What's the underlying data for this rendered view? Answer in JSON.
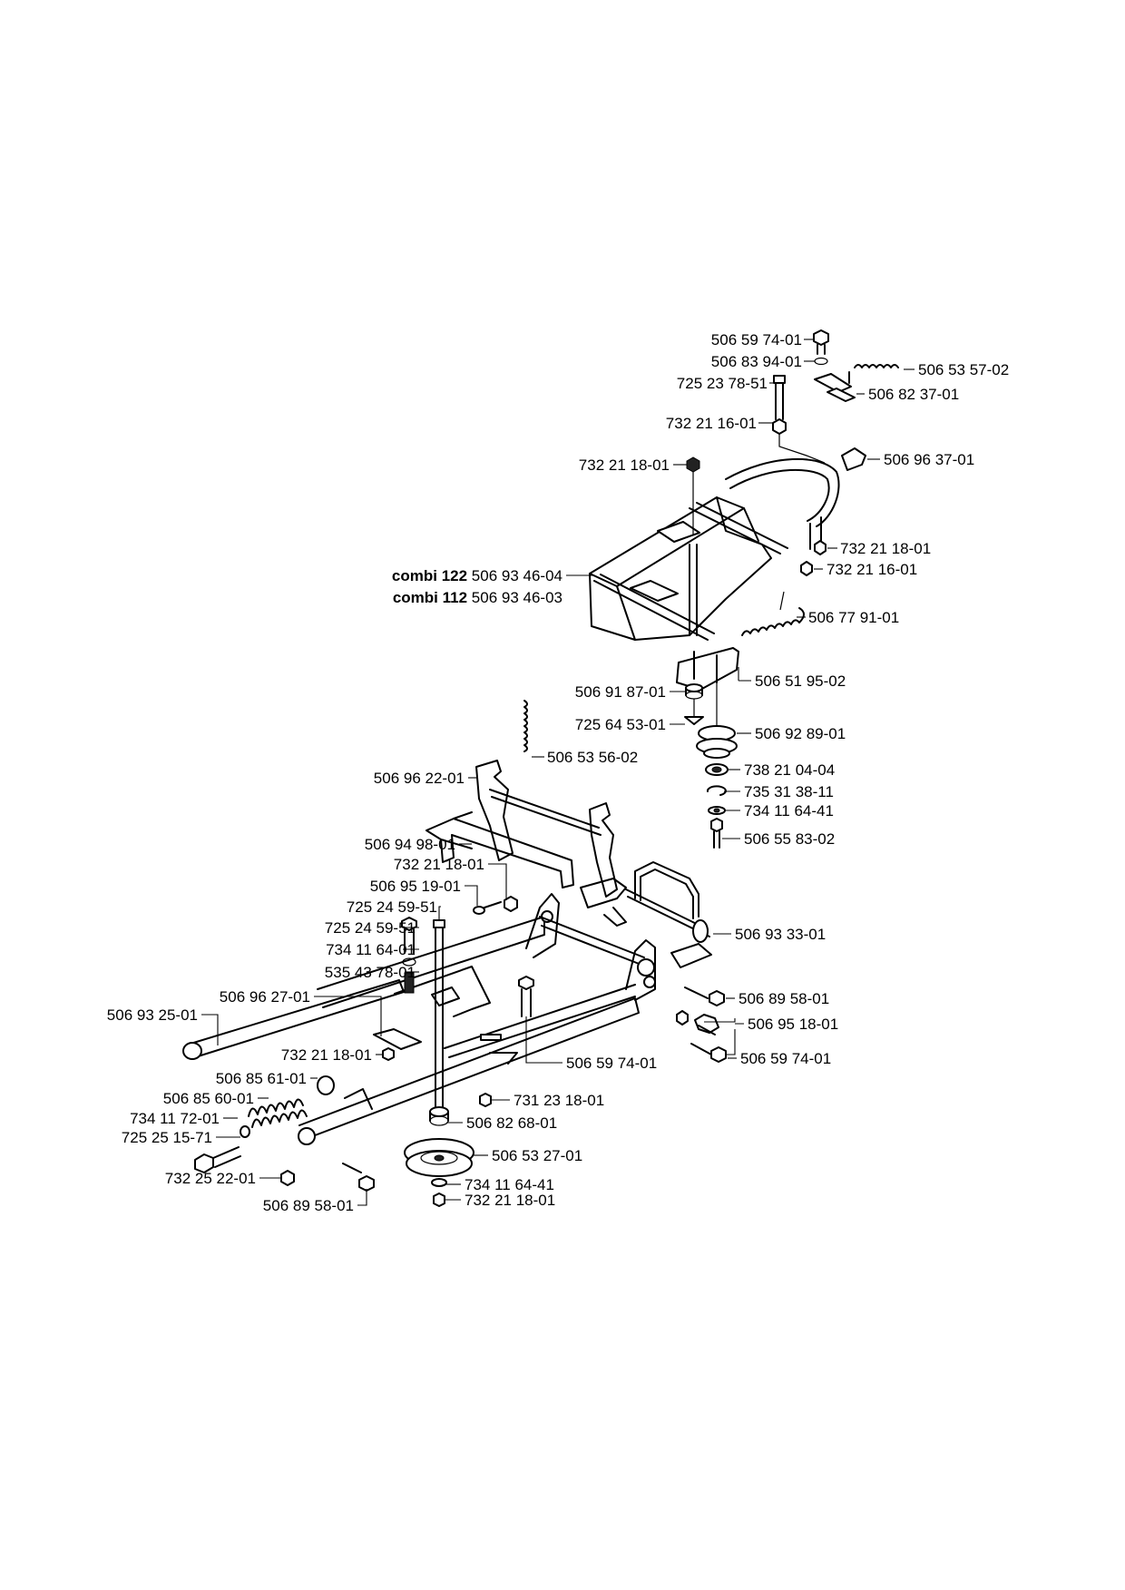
{
  "labels": {
    "l01": "506 59 74-01",
    "l02": "506 83 94-01",
    "l03": "506 53 57-02",
    "l04": "725 23 78-51",
    "l05": "506 82 37-01",
    "l06": "732 21 16-01",
    "l07": "506 96 37-01",
    "l08": "732 21 18-01",
    "l09": "732 21 18-01",
    "l10": "732 21 16-01",
    "l11a": "combi 122",
    "l11b": "506 93 46-04",
    "l12a": "combi 112",
    "l12b": "506 93 46-03",
    "l13": "506 77 91-01",
    "l14": "506 51 95-02",
    "l15": "506 91 87-01",
    "l16": "725 64 53-01",
    "l17": "506 92 89-01",
    "l18": "506 53 56-02",
    "l19": "506 96 22-01",
    "l20": "738 21 04-04",
    "l21": "735 31 38-11",
    "l22": "734 11 64-41",
    "l23": "506 55 83-02",
    "l24": "506 94 98-01",
    "l25": "732 21 18-01",
    "l26": "506 95 19-01",
    "l27": "725 24 59-51",
    "l28": "725 24 59-51",
    "l29": "506 93 33-01",
    "l30": "734 11 64-01",
    "l31": "535 43 78-01",
    "l32": "506 96 27-01",
    "l33": "506 89 58-01",
    "l34": "506 93 25-01",
    "l35": "506 95 18-01",
    "l36": "732 21 18-01",
    "l37": "506 59 74-01",
    "l38": "506 59 74-01",
    "l39": "506 85 61-01",
    "l40": "506 85 60-01",
    "l41": "731 23 18-01",
    "l42": "734 11 72-01",
    "l43": "506 82 68-01",
    "l44": "725 25 15-71",
    "l45": "506 53 27-01",
    "l46": "732 25 22-01",
    "l47": "734 11 64-41",
    "l48": "506 89 58-01",
    "l49": "732 21 18-01"
  }
}
